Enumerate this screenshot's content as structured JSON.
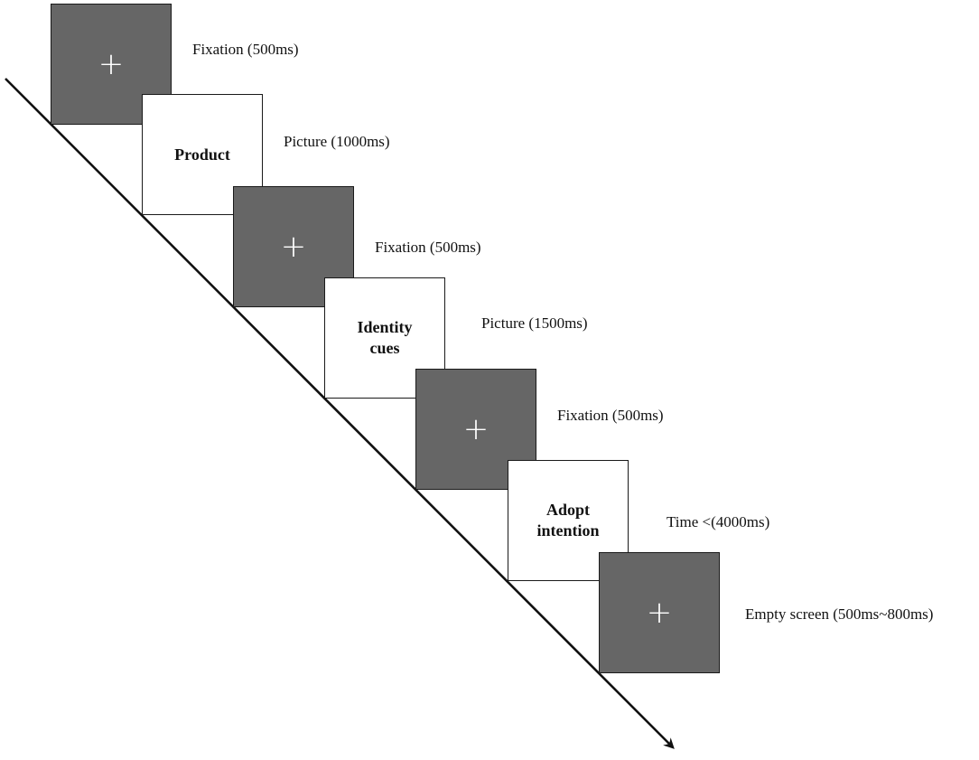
{
  "steps": [
    {
      "kind": "fixation",
      "stimulus": "+",
      "label": "Fixation (500ms)"
    },
    {
      "kind": "picture",
      "stimulus": "Product",
      "label": "Picture (1000ms)"
    },
    {
      "kind": "fixation",
      "stimulus": "+",
      "label": "Fixation (500ms)"
    },
    {
      "kind": "picture",
      "stimulus": "Identity\ncues",
      "label": "Picture (1500ms)"
    },
    {
      "kind": "fixation",
      "stimulus": "+",
      "label": "Fixation (500ms)"
    },
    {
      "kind": "response",
      "stimulus": "Adopt\nintention",
      "label": "Time <(4000ms)"
    },
    {
      "kind": "fixation",
      "stimulus": "+",
      "label": "Empty screen (500ms~800ms)"
    }
  ],
  "colors": {
    "fixation_fill": "#666666",
    "picture_fill": "#ffffff",
    "border": "#1a1a1a",
    "arrow": "#111111"
  }
}
